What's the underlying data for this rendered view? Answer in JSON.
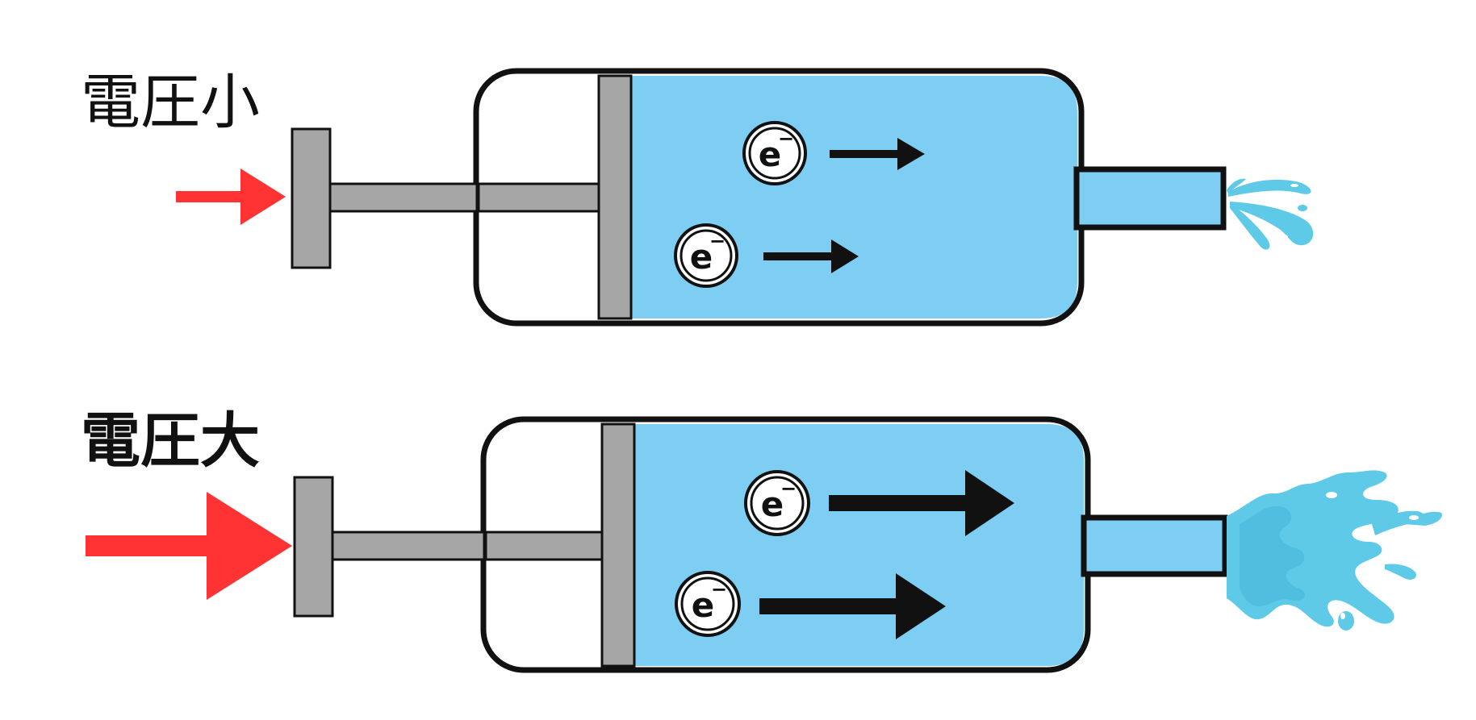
{
  "diagram": {
    "colors": {
      "background": "#ffffff",
      "water": "#7ecef3",
      "splash": "#5fc9e8",
      "splash_dark": "#49b9dc",
      "piston": "#a6a6a6",
      "outline": "#111111",
      "push_arrow": "#ff3333"
    },
    "panels": [
      {
        "id": "low",
        "label": "電圧小",
        "label_weight": "normal",
        "push_strength": "small",
        "flow_strength": "small",
        "spray": "small",
        "electrons": [
          {
            "symbol": "e",
            "charge": "−"
          },
          {
            "symbol": "e",
            "charge": "−"
          }
        ]
      },
      {
        "id": "high",
        "label": "電圧大",
        "label_weight": "bold",
        "push_strength": "large",
        "flow_strength": "large",
        "spray": "large",
        "electrons": [
          {
            "symbol": "e",
            "charge": "−"
          },
          {
            "symbol": "e",
            "charge": "−"
          }
        ]
      }
    ]
  }
}
